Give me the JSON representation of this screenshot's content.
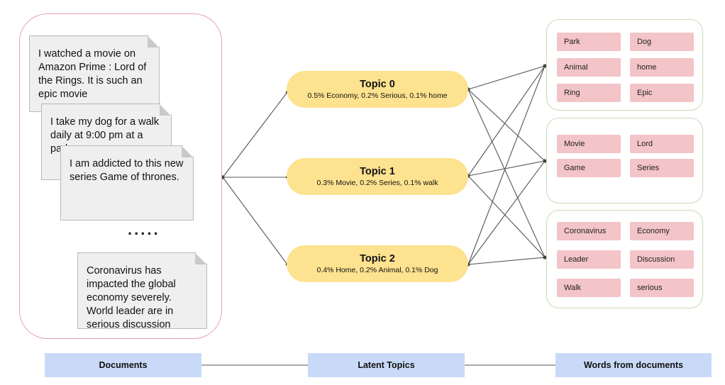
{
  "documents": [
    {
      "text": "I watched a movie on Amazon Prime : Lord of the Rings. It is such an epic movie"
    },
    {
      "text": "I take my dog for a walk daily at 9:00 pm at a park near"
    },
    {
      "text": "I am addicted to this new series Game of thrones."
    },
    {
      "text": "Coronavirus has impacted the global economy severely. World leader are in serious discussion"
    }
  ],
  "ellipsis": ".....",
  "topics": [
    {
      "name": "Topic 0",
      "probs": "0.5% Economy, 0.2% Serious, 0.1% home"
    },
    {
      "name": "Topic 1",
      "probs": "0.3% Movie, 0.2% Series, 0.1% walk"
    },
    {
      "name": "Topic 2",
      "probs": "0.4% Home, 0.2% Animal, 0.1% Dog"
    }
  ],
  "word_groups": [
    {
      "words": [
        "Park",
        "Dog",
        "Animal",
        "home",
        "Ring",
        "Epic"
      ]
    },
    {
      "words": [
        "Movie",
        "Lord",
        "Game",
        "Series"
      ]
    },
    {
      "words": [
        "Coronavirus",
        "Economy",
        "Leader",
        "Discussion",
        "Walk",
        "serious"
      ]
    }
  ],
  "footer": {
    "documents": "Documents",
    "latent_topics": "Latent Topics",
    "words": "Words from documents"
  },
  "colors": {
    "topic_fill": "#fde28f",
    "word_fill": "#f3c4c8",
    "footer_fill": "#c9daf8",
    "docs_border": "#e8a0aa",
    "group_border": "#c8dbb8",
    "doc_fill": "#efefef"
  }
}
